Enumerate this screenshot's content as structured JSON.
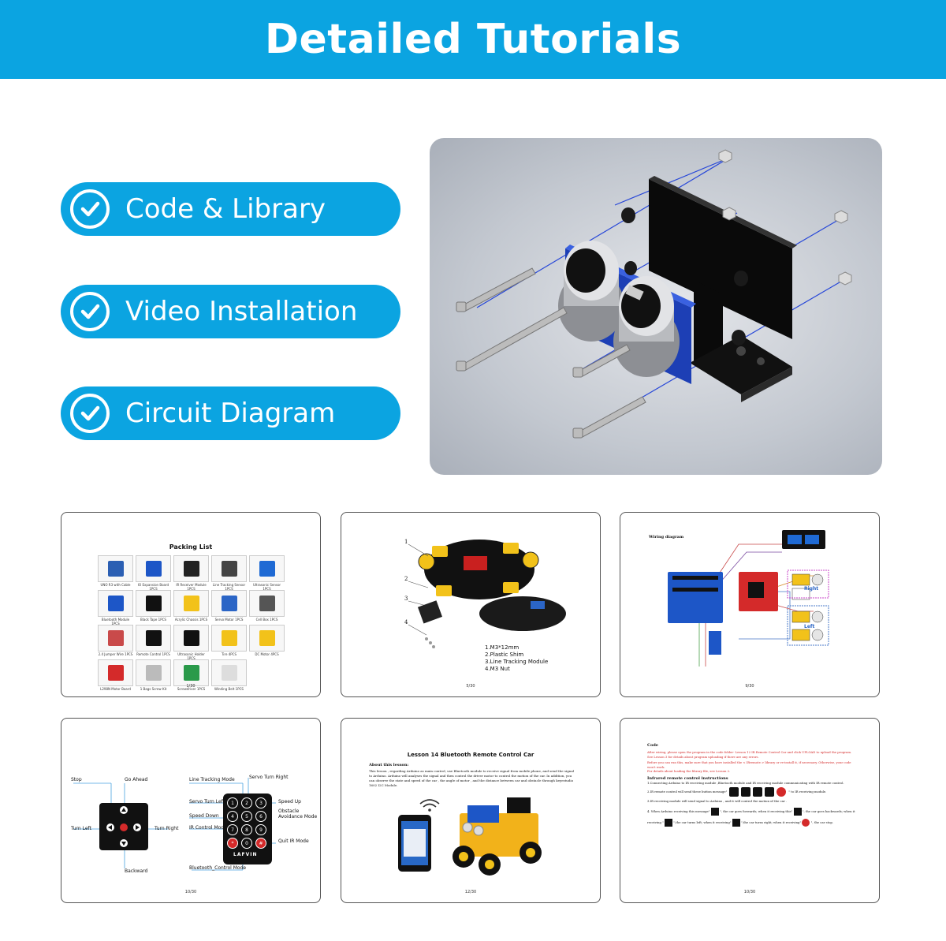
{
  "banner": {
    "title": "Detailed Tutorials"
  },
  "features": [
    {
      "label": "Code & Library",
      "icon": "check-circle-icon"
    },
    {
      "label": "Video Installation",
      "icon": "check-circle-icon"
    },
    {
      "label": "Circuit Diagram",
      "icon": "check-circle-icon"
    }
  ],
  "colors": {
    "brand": "#0ba4e1",
    "white": "#ffffff"
  },
  "pages": {
    "packing": {
      "title": "Packing List",
      "items": [
        "UNO R3 with Cable",
        "IO Expansion Board 1PCS",
        "IR Receiver Module 1PCS",
        "Line Tracking Sensor 1PCS",
        "Ultrasonic Sensor 1PCS",
        "Bluetooth Module 1PCS",
        "Black Tape 1PCS",
        "Acrylic Chassis 1PCS",
        "Servo Motor 1PCS",
        "Cell Box 1PCS",
        "2.4 Jumper Wire 1PCS",
        "Remote Control 1PCS",
        "Ultrasonic Holder 1PCS",
        "Tire 4PCS",
        "DC Motor 4PCS",
        "L298N Motor Board",
        "1 Bags Screw Kit",
        "Screwdriver 1PCS",
        "Winding Belt 1PCS"
      ],
      "page_no": "1/30"
    },
    "assembly": {
      "callouts": [
        "1",
        "2",
        "3",
        "4"
      ],
      "legend": [
        "1.M3*12mm",
        "2.Plastic Shim",
        "3.Line Tracking Module",
        "4.M3 Nut"
      ],
      "page_no": "5/30"
    },
    "wiring": {
      "title": "Wiring diagram",
      "right": "Right",
      "left": "Left",
      "page_no": "9/30"
    },
    "remote": {
      "left_labels": {
        "stop": "Stop",
        "ahead": "Go Ahead",
        "turn_left": "Turn Left",
        "turn_right": "Turn Right",
        "backward": "Backward"
      },
      "right_labels": {
        "line_tracking": "Line Tracking Mode",
        "servo_right": "Servo Turn Right",
        "servo_left": "Servo Turn Left",
        "speed_up": "Speed Up",
        "speed_down": "Speed Down",
        "obstacle": "Obstacle Avoidance Mode",
        "ir_control": "IR Control Mode",
        "quit_ir": "Quit IR Mode",
        "bluetooth": "Bluetooth_Control Mode"
      },
      "brand": "LAFVIN",
      "keys": [
        "1",
        "2",
        "3",
        "4",
        "5",
        "6",
        "7",
        "8",
        "9",
        "*",
        "0",
        "#"
      ],
      "page_no": "10/30"
    },
    "bluetooth": {
      "title": "Lesson 14 Bluetooth Remote Control Car",
      "subhead": "About this lesson:",
      "body": "This lesson , regarding Arduino as main control, use Bluetooth module to receive signal from mobile phone, and send the signal to Arduino. Arduino will analyses the signal and then control the driver motor to control the motion of the car. In addition, you can observe the state and speed of the car , the angle of motor , and the distance between car and obstacle through keyestudio 1602 I2C Module.",
      "page_no": "12/30"
    },
    "code": {
      "heading": "Code",
      "red_text": "After wiring, please open the program in the code folder- Lesson 12 IR Remote Control Car and click UPLOAD to upload the program. See Lesson 3 for details about program uploading if there are any errors.",
      "red_text2": "Before you can run this, make sure that you have installed the < IRremote > library or re-install it, if necessary. Otherwise, your code won't work.",
      "red_text3": "For details about loading the library file, see Lesson 2.",
      "subheading": "Infrared remote control instructions",
      "step1": "1.Connecting Arduino to IR receiving module ,Bluetooth module and IR receiving module communicating with IR remote control.",
      "step2": "2.IR remote control will send these button message\"",
      "step2b": "\" to IR receiving module.",
      "step3": "3.IR receiving module will send signal to Arduino , and it will control the motion of the car .",
      "step4": "4. When Arduino receiving this message\"",
      "step4b": "\", the car goes forwards; when it receiving this\"",
      "step4c": "\", the car goes backwards; when it receiving \"",
      "step4d": "\",the car turns left; when it receiving\"",
      "step4e": "\",the car turns right; when it receiving\"",
      "step4f": "\", the car stop.",
      "page_no": "10/30"
    }
  }
}
